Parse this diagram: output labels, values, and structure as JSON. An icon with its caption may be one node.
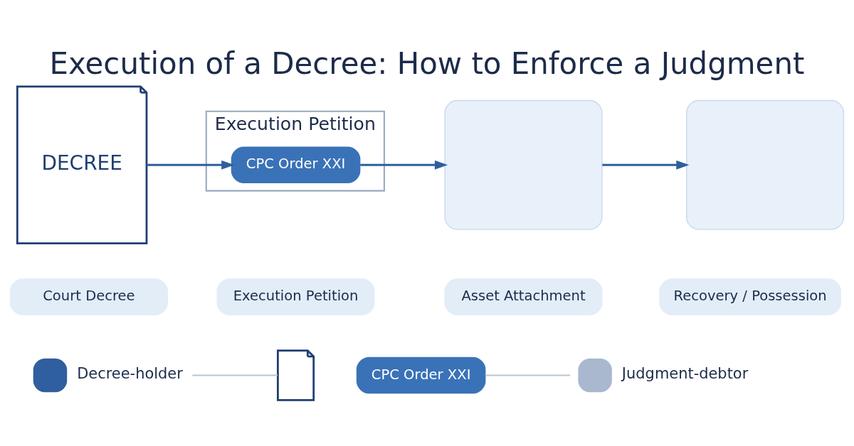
{
  "diagram": {
    "title": "Execution of a Decree: How to Enforce a Judgment",
    "nodes": [
      {
        "text": [
          "DECREE"
        ]
      },
      {
        "text": [
          "Court Decree"
        ]
      },
      {
        "text": [
          "Execution Petition"
        ]
      },
      {
        "text": [
          "CPC Order XXI"
        ],
        "in": 2
      },
      {
        "text": [
          "Execution Petition"
        ]
      },
      {
        "text": [],
        "shape": "box"
      },
      {
        "text": [
          "Asset Attachment"
        ]
      },
      {
        "text": [],
        "shape": "box"
      },
      {
        "text": [
          "Recovery / Possession"
        ]
      },
      {
        "text": [],
        "shape": "person",
        "beside": [
          "Decree-holder"
        ]
      },
      {
        "text": [],
        "shape": "box"
      },
      {
        "text": [
          "CPC Order XXI"
        ]
      },
      {
        "text": [],
        "shape": "person",
        "beside": [
          "Judgment-debtor"
        ]
      }
    ],
    "edges": [
      {
        "from": 0,
        "to": 3,
        "arrow": "to"
      },
      {
        "from": 3,
        "to": 5,
        "arrow": "to"
      },
      {
        "from": 5,
        "to": 7,
        "arrow": "to"
      },
      {
        "from": 9,
        "to": 10,
        "arrow": "none",
        "color": "#b8c3d3"
      },
      {
        "from": 11,
        "to": 12,
        "arrow": "none",
        "color": "#b8c3d3"
      }
    ]
  }
}
